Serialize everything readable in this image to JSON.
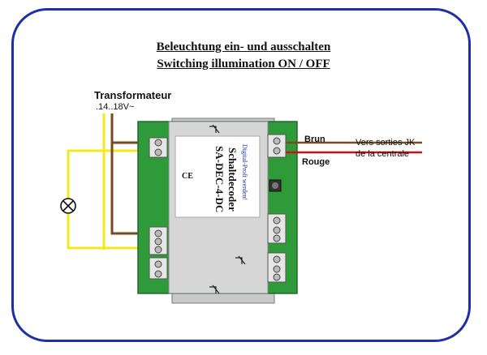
{
  "title_de": "Beleuchtung ein- und ausschalten",
  "title_en": "Switching illumination ON / OFF",
  "transformer": {
    "label": "Transformateur",
    "voltage": ".14..18V~"
  },
  "outputs": {
    "wire_brown": "Brun",
    "wire_red": "Rouge",
    "destination_line1": "Vers sorties JK",
    "destination_line2": "de la centrale"
  },
  "module": {
    "slogan": "Digital-Profi werden!",
    "name_line1": "Schaltdecoder",
    "name_line2": "SA-DEC-4-DC",
    "badge": "CE"
  },
  "colors": {
    "frame": "#1f2fa6",
    "board": "#2e9a3a",
    "wire_yellow": "#f3ea1c",
    "wire_brown": "#7a4a1e",
    "wire_red": "#cc1111",
    "housing": "#c8c8c8"
  },
  "icons": [
    "lamp-icon",
    "switch-icon",
    "terminal-screw-icon"
  ]
}
